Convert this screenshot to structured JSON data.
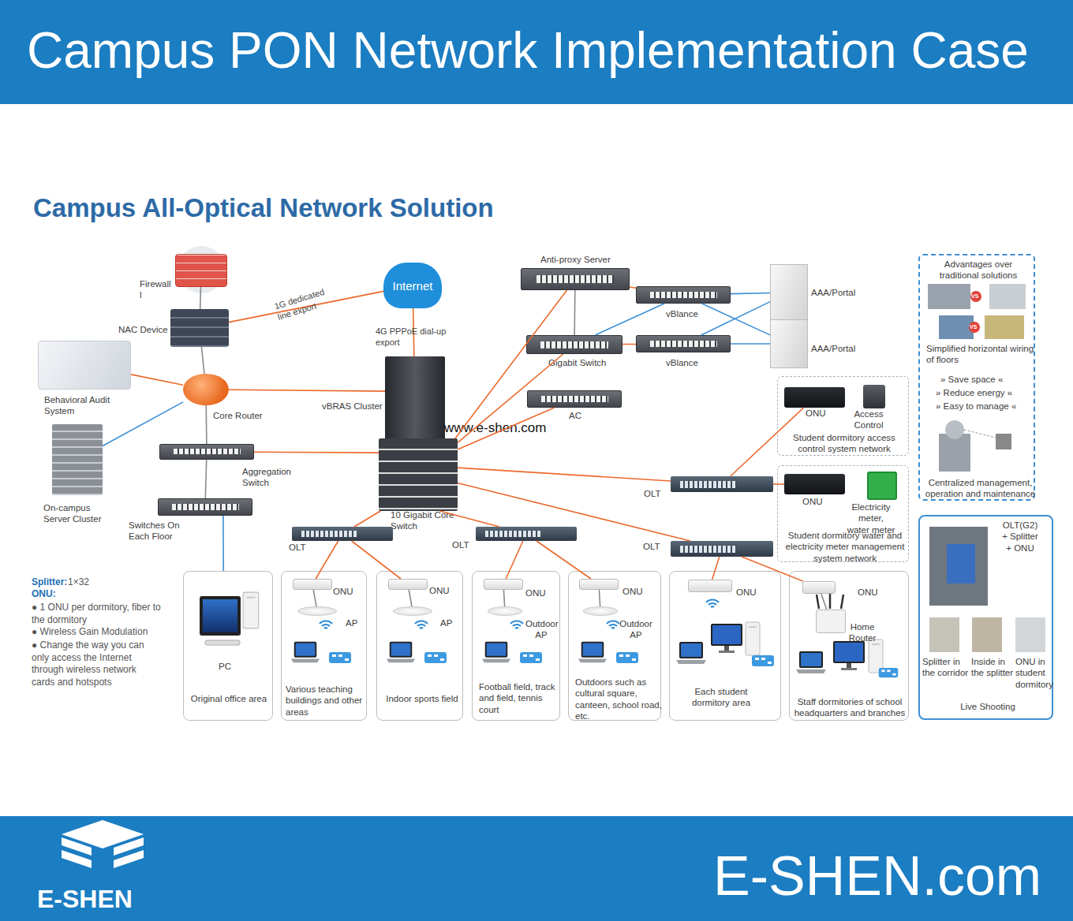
{
  "diagram": {
    "title": "Campus PON Network Implementation Case",
    "nodes": [
      {
        "text": [
          "Firewall l"
        ]
      },
      {
        "text": [
          "NAC Device"
        ]
      },
      {
        "text": [
          "Internet"
        ]
      },
      {
        "text": [
          "Behavioral Audit System"
        ]
      },
      {
        "text": [
          "Core Router"
        ]
      },
      {
        "text": [
          "vBRAS Cluster"
        ]
      },
      {
        "text": [
          "On-campus Server Cluster"
        ]
      },
      {
        "text": [
          "Aggregation Switch"
        ]
      },
      {
        "text": [
          "Switches On Each Floor"
        ]
      },
      {
        "text": [
          "10 Gigabit Core Switch"
        ]
      },
      {
        "text": [
          "Anti-proxy Server"
        ]
      },
      {
        "text": [
          "Gigabit Switch"
        ]
      },
      {
        "text": [
          "vBlance"
        ]
      },
      {
        "text": [
          "vBlance"
        ]
      },
      {
        "text": [
          "AAA/Portal"
        ]
      },
      {
        "text": [
          "AAA/Portal"
        ]
      },
      {
        "text": [
          "AC"
        ]
      },
      {
        "text": [
          "OLT"
        ]
      },
      {
        "text": [
          "OLT"
        ]
      },
      {
        "text": [
          "OLT"
        ]
      },
      {
        "text": [
          "OLT"
        ]
      },
      {
        "text": [
          "Student dormitory access control system network"
        ]
      },
      {
        "text": [
          "ONU"
        ],
        "in": 21
      },
      {
        "text": [
          "Access Control"
        ],
        "in": 21
      },
      {
        "text": [
          "Student dormitory water and electricity meter management system network"
        ]
      },
      {
        "text": [
          "ONU"
        ],
        "in": 24
      },
      {
        "text": [
          "Electricity meter, water meter"
        ],
        "in": 24
      },
      {
        "text": [
          "Advantages over traditional solutions",
          "Simplified horizontal wiring of floors",
          "» Save space «",
          "» Reduce energy «",
          "» Easy to manage «",
          "Centralized management, operation and maintenance"
        ]
      },
      {
        "text": [
          "OLT(G2) + Splitter + ONU",
          "Splitter in the corridor",
          "Inside in the splitter",
          "ONU in student dormitory",
          "Live Shooting"
        ]
      },
      {
        "text": [
          "Original office area"
        ]
      },
      {
        "text": [
          "PC"
        ],
        "in": 29
      },
      {
        "text": [
          "Various teaching buildings and other areas"
        ]
      },
      {
        "text": [
          "ONU"
        ],
        "in": 31
      },
      {
        "text": [
          "AP"
        ],
        "in": 31
      },
      {
        "text": [
          "Indoor sports field"
        ]
      },
      {
        "text": [
          "ONU"
        ],
        "in": 34
      },
      {
        "text": [
          "AP"
        ],
        "in": 34
      },
      {
        "text": [
          "Football field, track and field, tennis court"
        ]
      },
      {
        "text": [
          "ONU"
        ],
        "in": 37
      },
      {
        "text": [
          "Outdoor AP"
        ],
        "in": 37
      },
      {
        "text": [
          "Outdoors such as cultural square, canteen, school road, etc."
        ]
      },
      {
        "text": [
          "ONU"
        ],
        "in": 40
      },
      {
        "text": [
          "Outdoor AP"
        ],
        "in": 40
      },
      {
        "text": [
          "Each student dormitory area"
        ]
      },
      {
        "text": [
          "ONU"
        ],
        "in": 43
      },
      {
        "text": [
          "Staff dormitories of school headquarters and branches"
        ]
      },
      {
        "text": [
          "ONU"
        ],
        "in": 45
      },
      {
        "text": [
          "Home Router"
        ],
        "in": 45
      }
    ],
    "edges": [
      {
        "from": 0,
        "to": 1,
        "arrow": "none"
      },
      {
        "from": 1,
        "to": 2,
        "label": "1G dedicated line export",
        "arrow": "none"
      },
      {
        "from": 1,
        "to": 4,
        "arrow": "none"
      },
      {
        "from": 3,
        "to": 4,
        "arrow": "none"
      },
      {
        "from": 6,
        "to": 4,
        "arrow": "none"
      },
      {
        "from": 4,
        "to": 5,
        "arrow": "none"
      },
      {
        "from": 2,
        "to": 5,
        "label": "4G PPPoE dial-up export",
        "arrow": "none"
      },
      {
        "from": 4,
        "to": 7,
        "arrow": "none"
      },
      {
        "from": 7,
        "to": 9,
        "arrow": "none"
      },
      {
        "from": 7,
        "to": 8,
        "arrow": "none"
      },
      {
        "from": 8,
        "to": 29,
        "arrow": "none"
      },
      {
        "from": 9,
        "to": 10,
        "arrow": "none"
      },
      {
        "from": 9,
        "to": 11,
        "arrow": "none"
      },
      {
        "from": 10,
        "to": 11,
        "arrow": "none"
      },
      {
        "from": 10,
        "to": 12,
        "arrow": "none"
      },
      {
        "from": 11,
        "to": 12,
        "arrow": "none"
      },
      {
        "from": 11,
        "to": 13,
        "arrow": "none"
      },
      {
        "from": 12,
        "to": 14,
        "arrow": "none"
      },
      {
        "from": 12,
        "to": 15,
        "arrow": "none"
      },
      {
        "from": 13,
        "to": 14,
        "arrow": "none"
      },
      {
        "from": 13,
        "to": 15,
        "arrow": "none"
      },
      {
        "from": 9,
        "to": 16,
        "arrow": "none"
      },
      {
        "from": 9,
        "to": 17,
        "arrow": "none"
      },
      {
        "from": 9,
        "to": 18,
        "arrow": "none"
      },
      {
        "from": 9,
        "to": 19,
        "arrow": "none"
      },
      {
        "from": 9,
        "to": 20,
        "arrow": "none"
      },
      {
        "from": 17,
        "to": 22,
        "arrow": "none"
      },
      {
        "from": 17,
        "to": 25,
        "arrow": "none"
      },
      {
        "from": 19,
        "to": 32,
        "arrow": "none"
      },
      {
        "from": 19,
        "to": 35,
        "arrow": "none"
      },
      {
        "from": 20,
        "to": 38,
        "arrow": "none"
      },
      {
        "from": 20,
        "to": 41,
        "arrow": "none"
      },
      {
        "from": 18,
        "to": 44,
        "arrow": "none"
      },
      {
        "from": 18,
        "to": 46,
        "arrow": "none"
      },
      {
        "from": 32,
        "to": 33,
        "arrow": "none"
      },
      {
        "from": 35,
        "to": 36,
        "arrow": "none"
      },
      {
        "from": 38,
        "to": 39,
        "arrow": "none"
      },
      {
        "from": 41,
        "to": 42,
        "arrow": "none"
      },
      {
        "from": 46,
        "to": 47,
        "arrow": "none"
      }
    ],
    "labels": [
      "Campus All-Optical Network Solution",
      "www.e-shen.com",
      "Splitter:",
      "1×32",
      "ONU:",
      "● 1 ONU per dormitory, fiber to the dormitory",
      "● Wireless Gain Modulation",
      "● Change the way you can only access the Internet through wireless network cards and hotspots",
      "VS",
      "VS",
      "E-SHEN",
      "E-SHEN.com"
    ]
  }
}
